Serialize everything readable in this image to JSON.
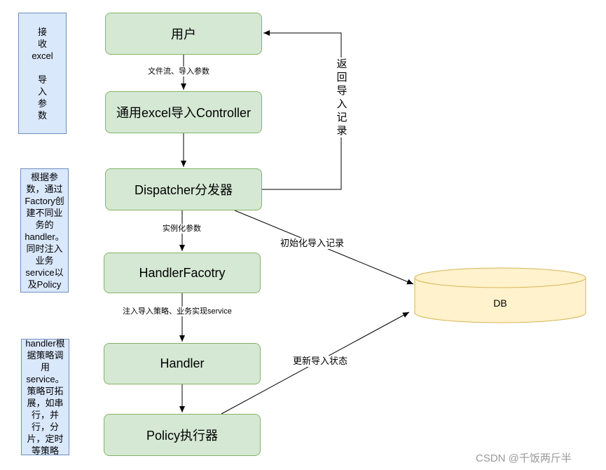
{
  "boxes": {
    "user": "用户",
    "controller": "通用excel导入Controller",
    "dispatcher": "Dispatcher分发器",
    "factory": "HandlerFacotry",
    "handler": "Handler",
    "policy": "Policy执行器",
    "db": "DB"
  },
  "notes": {
    "receive": "接\n收\nexcel\n\n导\n入\n参\n数",
    "factory_note": "根据参\n数，通过\nFactory创\n建不同业\n务的\nhandler。\n同时注入\n业务\nservice以\n及Policy",
    "handler_note": "handler根\n据策略调\n用\nservice。\n策略可拓\n展，如串\n行，并\n行，分\n片，定时\n等策略"
  },
  "edges": {
    "user_to_controller": "文件流、导入参数",
    "dispatcher_to_factory": "实例化参数",
    "factory_to_handler": "注入导入策略、业务实现service",
    "dispatcher_to_db": "初始化导入记录",
    "policy_to_db": "更新导入状态",
    "return_record": "返\n回\n导\n入\n记\n录"
  },
  "watermark": "CSDN @千饭两斤半",
  "colors": {
    "box_fill": "#d5e8d4",
    "box_stroke": "#82b366",
    "note_fill": "#dae8fc",
    "note_stroke": "#6c8ebf",
    "db_fill": "#fff2cc",
    "db_stroke": "#d6b656"
  }
}
